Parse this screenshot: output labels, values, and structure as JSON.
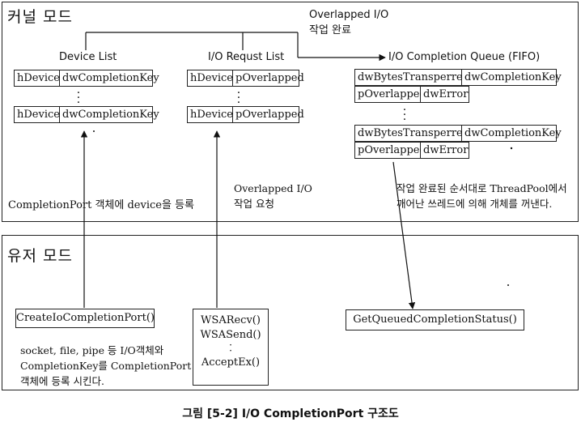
{
  "kernel": {
    "title": "커널 모드",
    "device_list": {
      "header": "Device List",
      "row1": [
        "hDevice",
        "dwCompletionKey"
      ],
      "row2": [
        "hDevice",
        "dwCompletionKey"
      ]
    },
    "io_request_list": {
      "header": "I/O Requst List",
      "row1": [
        "hDevice",
        "pOverlapped"
      ],
      "row2": [
        "hDevice",
        "pOverlapped"
      ]
    },
    "completion_queue": {
      "header": "I/O Completion Queue (FIFO)",
      "entry1": {
        "top": [
          "dwBytesTransperred",
          "dwCompletionKey"
        ],
        "bottom": [
          "pOverlapped",
          "dwError"
        ]
      },
      "entry2": {
        "top": [
          "dwBytesTransperred",
          "dwCompletionKey"
        ],
        "bottom": [
          "pOverlapped",
          "dwError"
        ]
      }
    },
    "overlapped_done": [
      "Overlapped I/O",
      "작업 완료"
    ],
    "register_note": "CompletionPort 객체에 device을 등록",
    "overlapped_request": [
      "Overlapped I/O",
      "작업 요청"
    ],
    "dequeue_note": [
      "작업 완료된 순서대로 ThreadPool에서",
      "깨어난 쓰레드에 의해 개체를 꺼낸다."
    ]
  },
  "user": {
    "title": "유저 모드",
    "create_port": "CreateIoCompletionPort()",
    "create_note": [
      "socket, file, pipe 등 I/O객체와",
      "CompletionKey를 CompletionPort",
      "객체에 등록 시킨다."
    ],
    "io_calls": [
      "WSARecv()",
      "WSASend()",
      "AcceptEx()"
    ],
    "get_status": "GetQueuedCompletionStatus()"
  },
  "caption": "그림 [5-2]  I/O CompletionPort 구조도"
}
